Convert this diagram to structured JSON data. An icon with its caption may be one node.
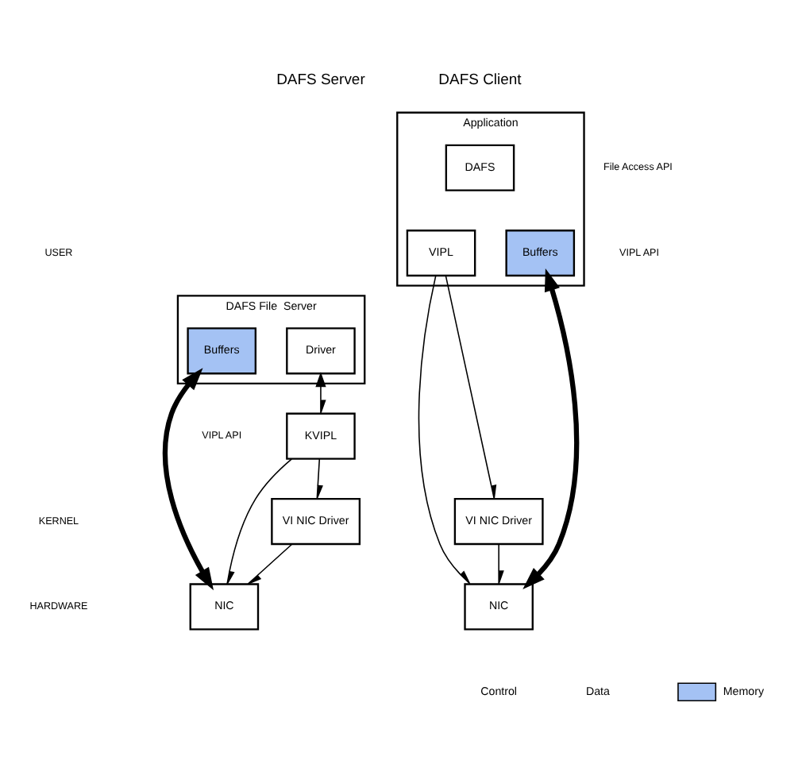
{
  "diagram": {
    "nodes": [
      {
        "text": [
          "Application"
        ]
      },
      {
        "text": [
          "Buffers"
        ],
        "in": 0
      },
      {
        "text": [
          "DAFS"
        ],
        "in": 0
      },
      {
        "text": [
          "VIPL"
        ],
        "in": 0
      },
      {
        "text": [
          "VI NIC Driver"
        ]
      },
      {
        "text": [
          "NIC"
        ]
      },
      {
        "text": [
          "DAFS File  Server"
        ]
      },
      {
        "text": [
          "Buffers"
        ],
        "in": 6
      },
      {
        "text": [
          "Driver"
        ],
        "in": 6
      },
      {
        "text": [
          "KVIPL"
        ]
      },
      {
        "text": [
          "VI NIC Driver"
        ]
      },
      {
        "text": [
          "NIC"
        ]
      }
    ],
    "edges": [
      {
        "from": 1,
        "to": 5,
        "arrow": "both",
        "style": "thick"
      },
      {
        "from": 3,
        "to": 5,
        "arrow": "to"
      },
      {
        "from": 3,
        "to": 4,
        "arrow": "to"
      },
      {
        "from": 4,
        "to": 5,
        "arrow": "to"
      },
      {
        "from": 7,
        "to": 11,
        "arrow": "both",
        "style": "thick"
      },
      {
        "from": 8,
        "to": 9,
        "arrow": "both"
      },
      {
        "from": 9,
        "to": 11,
        "arrow": "to"
      },
      {
        "from": 9,
        "to": 10,
        "arrow": "to"
      },
      {
        "from": 10,
        "to": 11,
        "arrow": "to"
      }
    ],
    "labels": [
      "DAFS Client",
      "DAFS Server",
      "File Access API",
      "VIPL API",
      "USER",
      "KERNEL",
      "VIPL API",
      "HARDWARE"
    ],
    "legend": [
      {
        "text": "Control"
      },
      {
        "text": "Data"
      },
      {
        "text": "Memory",
        "color": "#a4c2f4"
      }
    ]
  }
}
